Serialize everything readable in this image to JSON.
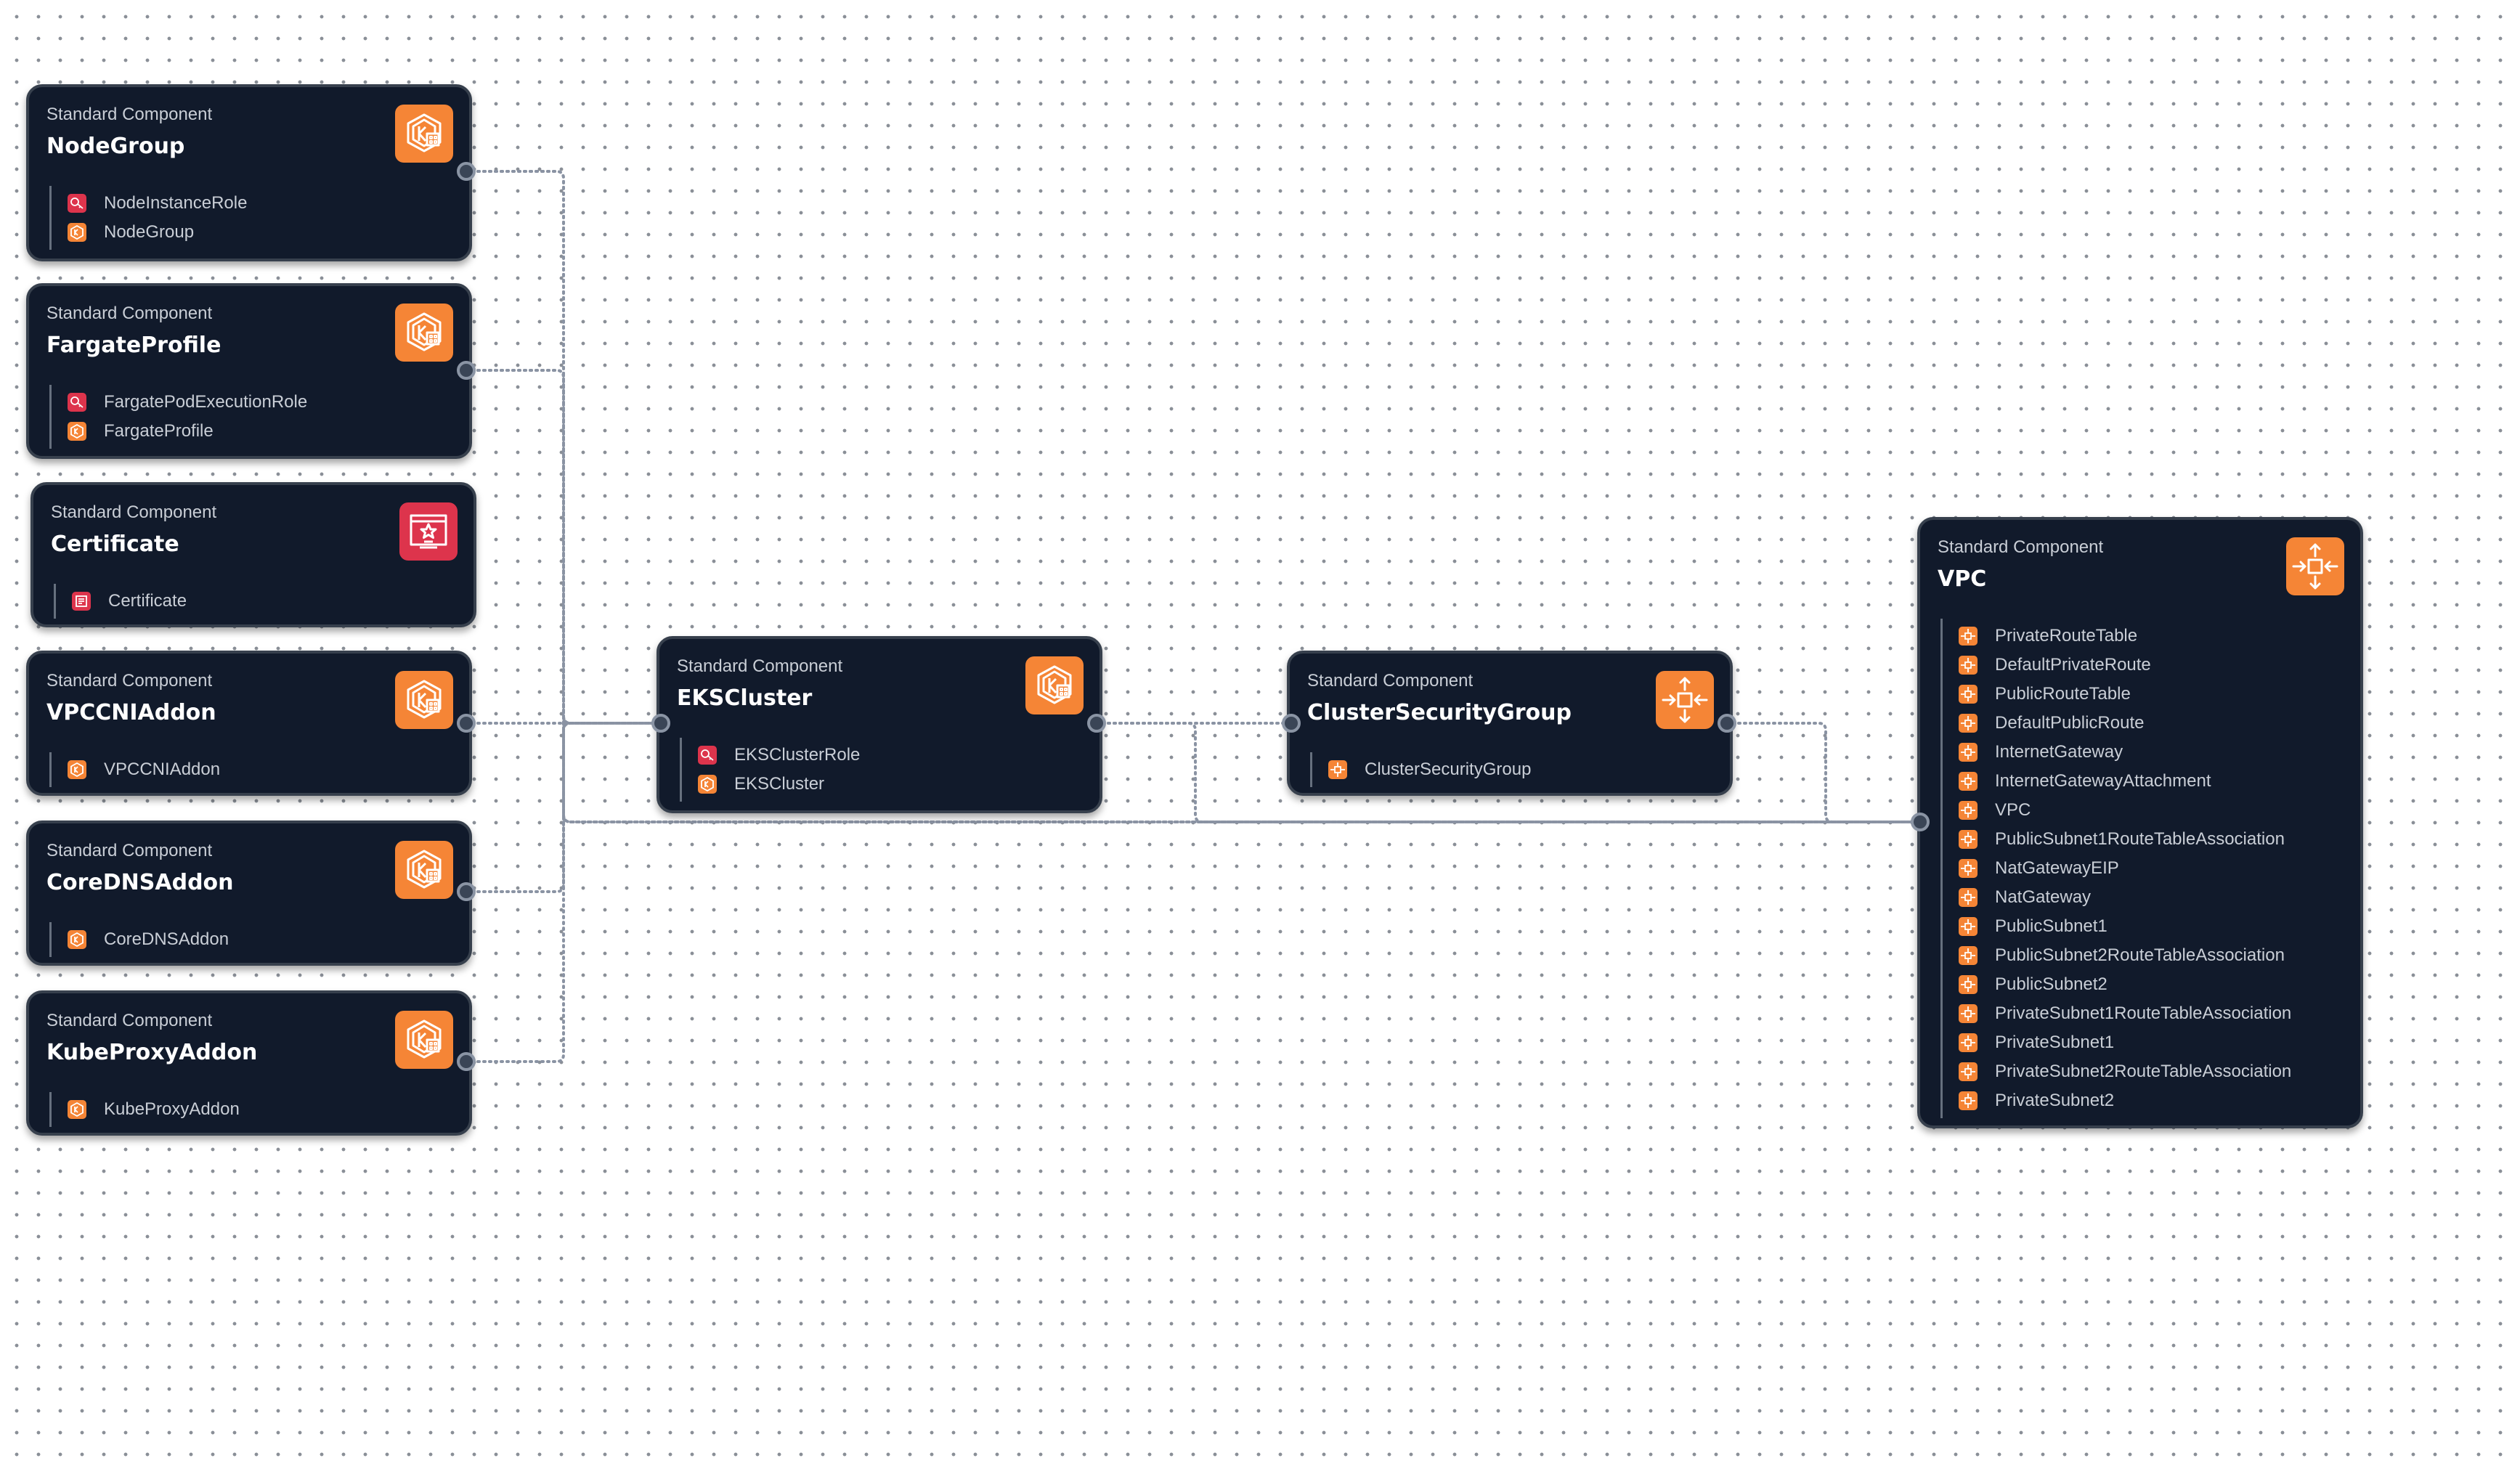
{
  "theme": {
    "node_bg": "#111a2b",
    "node_border": "#37404d",
    "orange": "#f58536",
    "red": "#dd344c",
    "edge_color": "#8a93a3"
  },
  "nodes": {
    "nodegroup": {
      "kind": "Standard Component",
      "title": "NodeGroup",
      "icon": "eks-icon",
      "resources": [
        {
          "label": "NodeInstanceRole",
          "icon": "iam-role-icon"
        },
        {
          "label": "NodeGroup",
          "icon": "eks-resource-icon"
        }
      ]
    },
    "fargateprofile": {
      "kind": "Standard Component",
      "title": "FargateProfile",
      "icon": "eks-icon",
      "resources": [
        {
          "label": "FargatePodExecutionRole",
          "icon": "iam-role-icon"
        },
        {
          "label": "FargateProfile",
          "icon": "eks-resource-icon"
        }
      ]
    },
    "certificate": {
      "kind": "Standard Component",
      "title": "Certificate",
      "icon": "certificate-manager-icon",
      "resources": [
        {
          "label": "Certificate",
          "icon": "certificate-resource-icon"
        }
      ]
    },
    "vpccniaddon": {
      "kind": "Standard Component",
      "title": "VPCCNIAddon",
      "icon": "eks-icon",
      "resources": [
        {
          "label": "VPCCNIAddon",
          "icon": "eks-resource-icon"
        }
      ]
    },
    "corednsaddon": {
      "kind": "Standard Component",
      "title": "CoreDNSAddon",
      "icon": "eks-icon",
      "resources": [
        {
          "label": "CoreDNSAddon",
          "icon": "eks-resource-icon"
        }
      ]
    },
    "kubeproxyaddon": {
      "kind": "Standard Component",
      "title": "KubeProxyAddon",
      "icon": "eks-icon",
      "resources": [
        {
          "label": "KubeProxyAddon",
          "icon": "eks-resource-icon"
        }
      ]
    },
    "ekscluster": {
      "kind": "Standard Component",
      "title": "EKSCluster",
      "icon": "eks-icon",
      "resources": [
        {
          "label": "EKSClusterRole",
          "icon": "iam-role-icon"
        },
        {
          "label": "EKSCluster",
          "icon": "eks-resource-icon"
        }
      ]
    },
    "clustersecuritygroup": {
      "kind": "Standard Component",
      "title": "ClusterSecurityGroup",
      "icon": "vpc-icon",
      "resources": [
        {
          "label": "ClusterSecurityGroup",
          "icon": "vpc-resource-icon"
        }
      ]
    },
    "vpc": {
      "kind": "Standard Component",
      "title": "VPC",
      "icon": "vpc-icon",
      "resources": [
        {
          "label": "PrivateRouteTable",
          "icon": "vpc-resource-icon"
        },
        {
          "label": "DefaultPrivateRoute",
          "icon": "vpc-resource-icon"
        },
        {
          "label": "PublicRouteTable",
          "icon": "vpc-resource-icon"
        },
        {
          "label": "DefaultPublicRoute",
          "icon": "vpc-resource-icon"
        },
        {
          "label": "InternetGateway",
          "icon": "vpc-resource-icon"
        },
        {
          "label": "InternetGatewayAttachment",
          "icon": "vpc-resource-icon"
        },
        {
          "label": "VPC",
          "icon": "vpc-resource-icon"
        },
        {
          "label": "PublicSubnet1RouteTableAssociation",
          "icon": "vpc-resource-icon"
        },
        {
          "label": "NatGatewayEIP",
          "icon": "vpc-resource-icon"
        },
        {
          "label": "NatGateway",
          "icon": "vpc-resource-icon"
        },
        {
          "label": "PublicSubnet1",
          "icon": "vpc-resource-icon"
        },
        {
          "label": "PublicSubnet2RouteTableAssociation",
          "icon": "vpc-resource-icon"
        },
        {
          "label": "PublicSubnet2",
          "icon": "vpc-resource-icon"
        },
        {
          "label": "PrivateSubnet1RouteTableAssociation",
          "icon": "vpc-resource-icon"
        },
        {
          "label": "PrivateSubnet1",
          "icon": "vpc-resource-icon"
        },
        {
          "label": "PrivateSubnet2RouteTableAssociation",
          "icon": "vpc-resource-icon"
        },
        {
          "label": "PrivateSubnet2",
          "icon": "vpc-resource-icon"
        }
      ]
    }
  },
  "edges": [
    {
      "from": "nodegroup",
      "to": "ekscluster"
    },
    {
      "from": "fargateprofile",
      "to": "ekscluster"
    },
    {
      "from": "vpccniaddon",
      "to": "ekscluster"
    },
    {
      "from": "corednsaddon",
      "to": "ekscluster"
    },
    {
      "from": "kubeproxyaddon",
      "to": "ekscluster"
    },
    {
      "from": "nodegroup",
      "to": "vpc"
    },
    {
      "from": "fargateprofile",
      "to": "vpc"
    },
    {
      "from": "ekscluster",
      "to": "clustersecuritygroup"
    },
    {
      "from": "ekscluster",
      "to": "vpc"
    },
    {
      "from": "clustersecuritygroup",
      "to": "vpc"
    }
  ]
}
